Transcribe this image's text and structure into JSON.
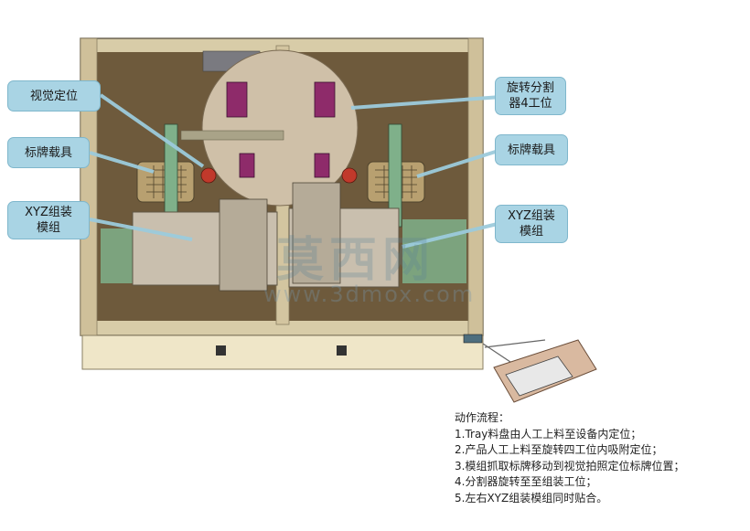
{
  "labels": {
    "vision_positioning": "视觉定位",
    "nameplate_fixture_left": "标牌载具",
    "xyz_module_left": "XYZ组装\n模组",
    "rotary_indexer": "旋转分割\n器4工位",
    "nameplate_fixture_right": "标牌载具",
    "xyz_module_right": "XYZ组装\n模组"
  },
  "watermark": {
    "cn": "莫西网",
    "url": "www.3dmox.com"
  },
  "process": {
    "title": "动作流程：",
    "steps": [
      "1.Tray料盘由人工上料至设备内定位；",
      "2.产品人工上料至旋转四工位内吸附定位；",
      "3.模组抓取标牌移动到视觉拍照定位标牌位置；",
      "4.分割器旋转至至组装工位；",
      "5.左右XYZ组装模组同时贴合。"
    ]
  },
  "colors": {
    "frame": "#d8cca8",
    "floor": "#6e5a3c",
    "rotary_disk": "#cfc0a8",
    "base_panel": "#efe6c8",
    "callout_fill": "#a9d4e4",
    "nest": "#8e2b6a",
    "fixture": "#b8a070",
    "rail_green": "#7fb08a"
  }
}
